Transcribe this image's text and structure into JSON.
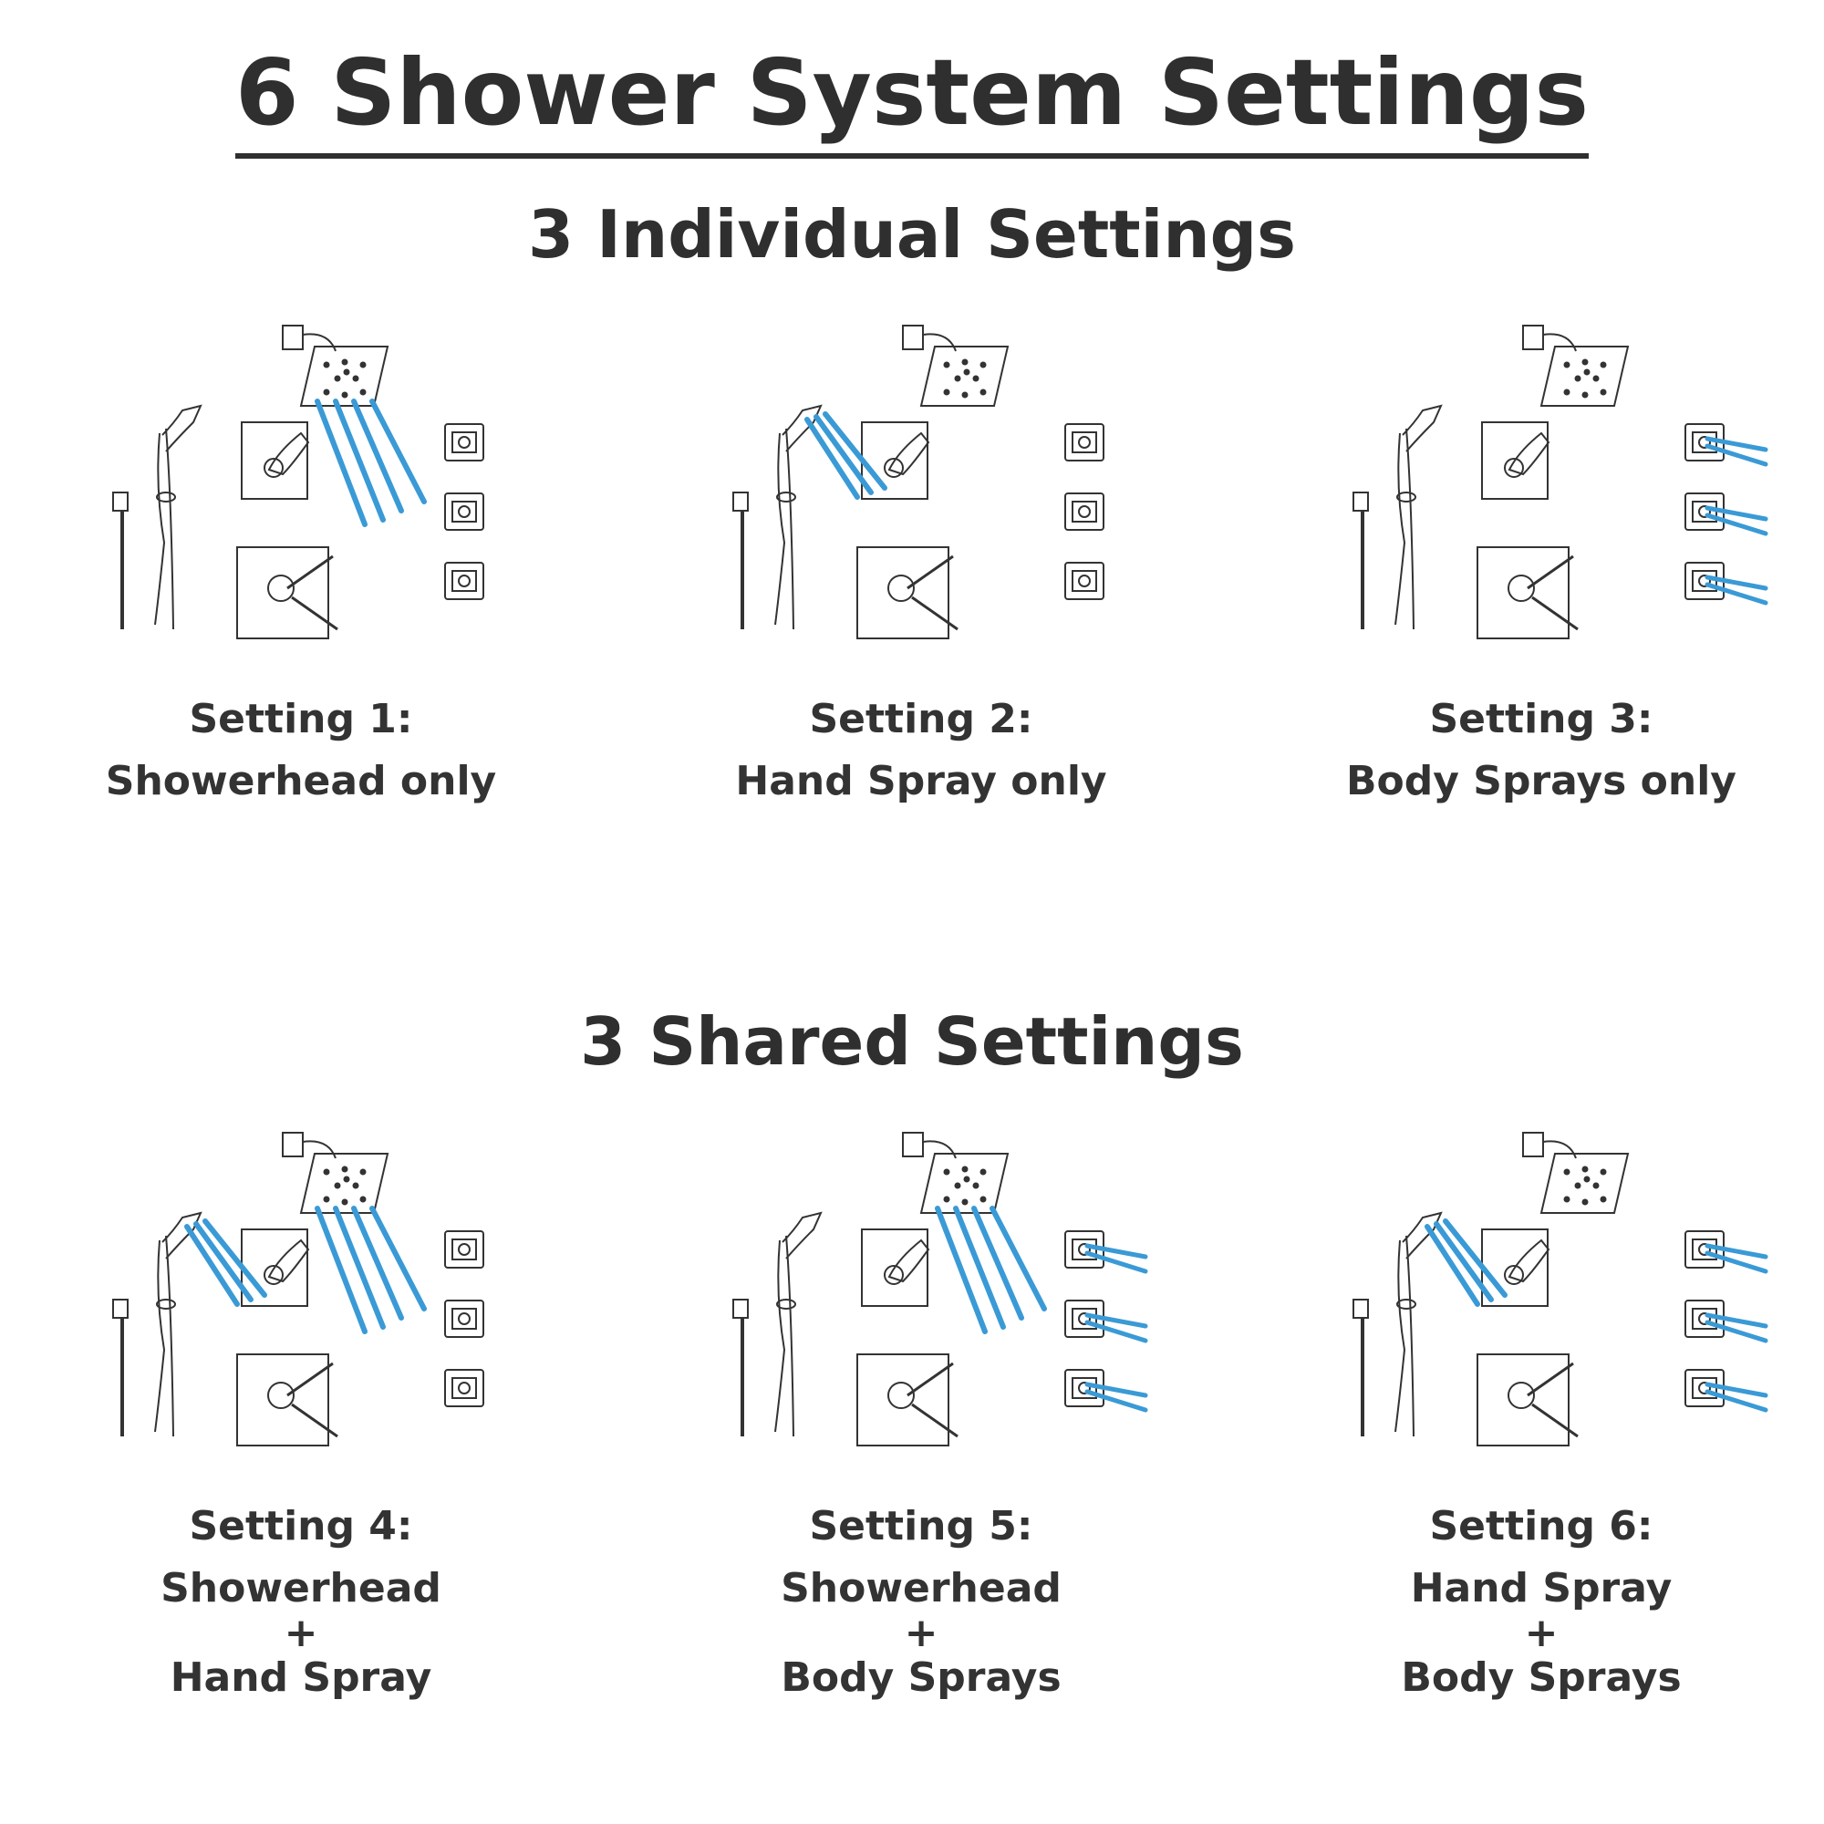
{
  "title": "6 Shower System Settings",
  "sections": [
    {
      "title": "3 Individual Settings"
    },
    {
      "title": "3 Shared Settings"
    }
  ],
  "settings": [
    {
      "label": "Setting 1:",
      "lines": [
        "Showerhead only"
      ],
      "active": [
        "showerhead"
      ]
    },
    {
      "label": "Setting 2:",
      "lines": [
        "Hand Spray only"
      ],
      "active": [
        "handspray"
      ]
    },
    {
      "label": "Setting 3:",
      "lines": [
        "Body Sprays only"
      ],
      "active": [
        "bodysprays"
      ]
    },
    {
      "label": "Setting 4:",
      "lines": [
        "Showerhead",
        "+",
        "Hand Spray"
      ],
      "active": [
        "showerhead",
        "handspray"
      ]
    },
    {
      "label": "Setting 5:",
      "lines": [
        "Showerhead",
        "+",
        "Body Sprays"
      ],
      "active": [
        "showerhead",
        "bodysprays"
      ]
    },
    {
      "label": "Setting 6:",
      "lines": [
        "Hand Spray",
        "+",
        "Body Sprays"
      ],
      "active": [
        "handspray",
        "bodysprays"
      ]
    }
  ],
  "colors": {
    "spray": "#3a9ad6",
    "line": "#333333"
  }
}
